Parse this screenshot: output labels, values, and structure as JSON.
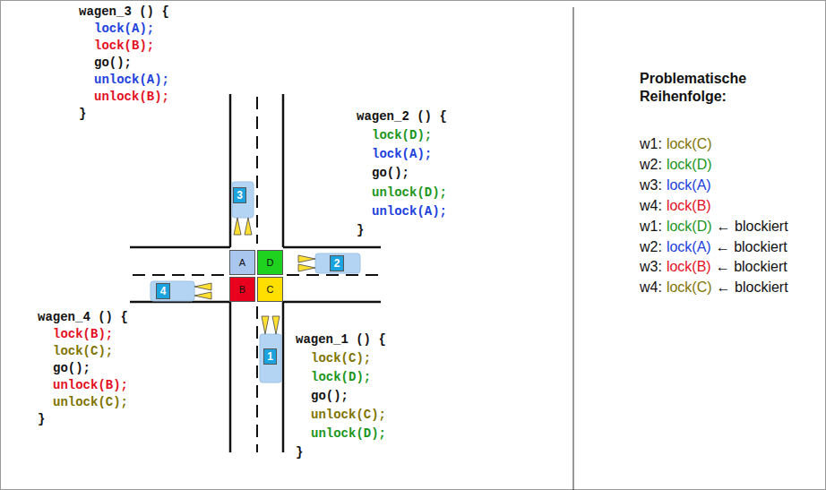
{
  "diagram": {
    "nodes": [
      {
        "text": [
          "3"
        ]
      },
      {
        "text": [
          "A"
        ]
      },
      {
        "text": [
          "D"
        ]
      },
      {
        "text": [
          "2"
        ]
      },
      {
        "text": [
          "4"
        ]
      },
      {
        "text": [
          "B"
        ]
      },
      {
        "text": [
          "C"
        ]
      },
      {
        "text": [
          "1"
        ]
      }
    ],
    "labels": [
      "wagen_3 () {",
      "lock(A);",
      "lock(B);",
      "go();",
      "unlock(A);",
      "unlock(B);",
      "}",
      "wagen_2 () {",
      "lock(D);",
      "lock(A);",
      "go();",
      "unlock(D);",
      "unlock(A);",
      "}",
      "wagen_4 () {",
      "lock(B);",
      "lock(C);",
      "go();",
      "unlock(B);",
      "unlock(C);",
      "}",
      "wagen_1 () {",
      "lock(C);",
      "lock(D);",
      "go();",
      "unlock(C);",
      "unlock(D);",
      "}",
      "Problematische Reihenfolge:",
      "w1:",
      "lock(C)",
      "w2:",
      "lock(D)",
      "w3:",
      "lock(A)",
      "w4:",
      "lock(B)",
      "w1:",
      "lock(D)",
      "← blockiert",
      "w2:",
      "lock(A)",
      "← blockiert",
      "w3:",
      "lock(B)",
      "← blockiert",
      "w4:",
      "lock(C)",
      "← blockiert"
    ]
  }
}
